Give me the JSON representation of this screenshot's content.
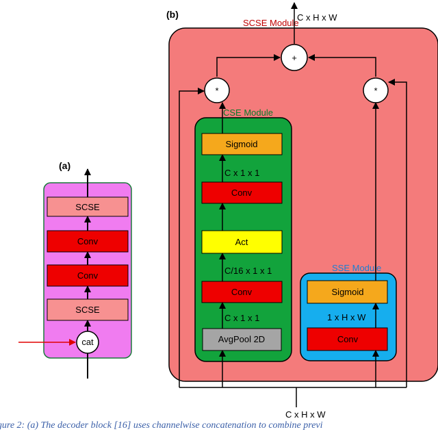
{
  "panel_a": {
    "label": "(a)",
    "blocks": [
      "SCSE",
      "Conv",
      "Conv",
      "SCSE"
    ],
    "cat": "cat"
  },
  "panel_b": {
    "label": "(b)",
    "scse_title": "SCSE Module",
    "cse_title": "CSE Module",
    "sse_title": "SSE Module",
    "cse_blocks": {
      "sigmoid": "Sigmoid",
      "conv_top": "Conv",
      "act": "Act",
      "conv_bottom": "Conv",
      "avgpool": "AvgPool 2D"
    },
    "sse_blocks": {
      "sigmoid": "Sigmoid",
      "conv": "Conv"
    },
    "dims": {
      "output": "C x H x W",
      "input": "C x H x W",
      "c111_top": "C x 1 x 1",
      "c16": "C/16 x 1 x 1",
      "c111_bottom": "C x 1 x 1",
      "sse": "1 x H x W"
    },
    "ops": {
      "plus": "+",
      "mult_left": "*",
      "mult_right": "*"
    }
  },
  "caption": "igure 2: (a) The decoder block [16] uses channelwise concatenation to combine previ",
  "colors": {
    "magenta": "#f07cf0",
    "red_bg": "#f47b7b",
    "green": "#12a33c",
    "blue": "#16aeee",
    "conv_red": "#ee0000",
    "scse_pink": "#f79191",
    "sigmoid_orange": "#f5a81c",
    "act_yellow": "#ffff00",
    "avgpool_gray": "#a5a5a5"
  }
}
